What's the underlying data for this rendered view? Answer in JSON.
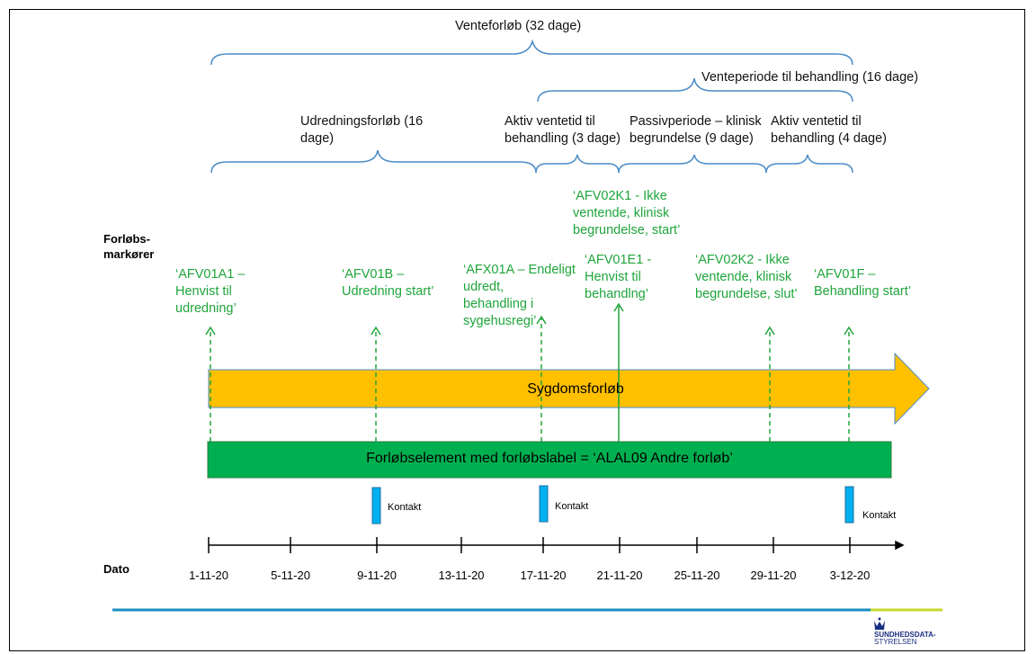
{
  "header": {
    "venteforlob": "Venteforløb (32 dage)",
    "venteperiode": "Venteperiode til behandling (16 dage)",
    "udredningsforlob": "Udredningsforløb (16\ndage)",
    "aktiv1": "Aktiv ventetid til\nbehandling (3 dage)",
    "passiv": "Passivperiode – klinisk\nbegrundelse (9 dage)",
    "aktiv2": "Aktiv ventetid til\nbehandling (4 dage)"
  },
  "side_labels": {
    "markers": "Forløbs-\nmarkører",
    "date": "Dato"
  },
  "markers": {
    "afv01a1": "‘AFV01A1 –\nHenvist til\nudredning’",
    "afv01b": "‘AFV01B –\nUdredning start’",
    "afx01a": "‘AFX01A – Endeligt\nudredt,\nbehandling i\nsygehusregi’",
    "afv02k1": "‘AFV02K1 - Ikke\nventende, klinisk\nbegrundelse, start’",
    "afv01e1": "‘AFV01E1 -\nHenvist til\nbehandlng’",
    "afv02k2": "‘AFV02K2 - Ikke\nventende, klinisk\nbegrundelse, slut’",
    "afv01f": "‘AFV01F –\nBehandling start’"
  },
  "sygdomsforlob": "Sygdomsforløb",
  "forlobselement": "Forløbselement med forløbslabel = ‘ALAL09 Andre forløb’",
  "kontakt": [
    "Kontakt",
    "Kontakt",
    "Kontakt"
  ],
  "dates": [
    "1-11-20",
    "5-11-20",
    "9-11-20",
    "13-11-20",
    "17-11-20",
    "21-11-20",
    "25-11-20",
    "29-11-20",
    "3-12-20"
  ],
  "logo": {
    "line1": "SUNDHEDSDATA-",
    "line2": "STYRELSEN"
  },
  "colors": {
    "arrow": "#ffc000",
    "element_bar": "#00b050",
    "kontakt": "#00b0f0",
    "marker_text": "#1fa53b",
    "brace": "#4a8cc7",
    "footer_blue": "#1b8fc2",
    "footer_green": "#c5d92d"
  }
}
